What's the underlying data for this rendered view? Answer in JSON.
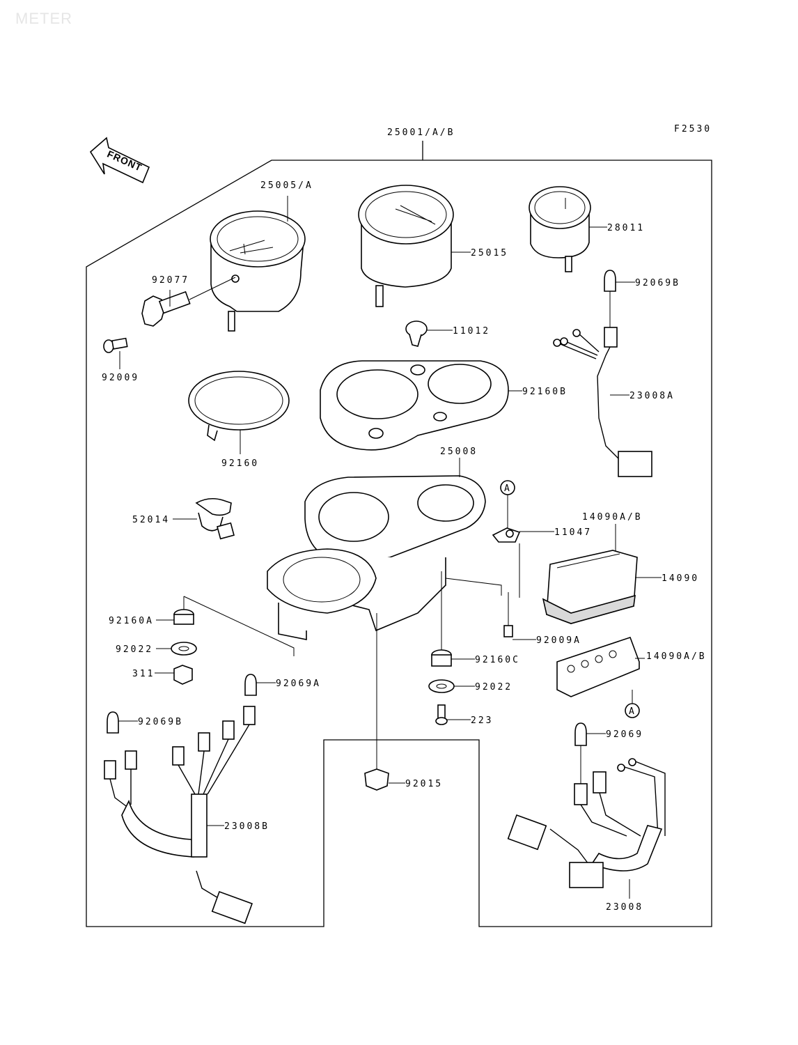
{
  "page_title": "METER",
  "figure_code": "F2530",
  "front_label": "FRONT",
  "callouts": {
    "assy": "25001/A/B",
    "speedo": "25005/A",
    "tacho": "25015",
    "gauge": "28011",
    "cable_gear": "92077",
    "screw_92009": "92009",
    "grommet_11012": "11012",
    "cover_92160B": "92160B",
    "bulb_92069B_top": "92069B",
    "harness_23008A": "23008A",
    "ring_92160": "92160",
    "bracket_25008": "25008",
    "ref_A_top": "A",
    "housing_14090AB_top": "14090A/B",
    "sensor_52014": "52014",
    "clip_11047": "11047",
    "housing_14090": "14090",
    "damper_92160A": "92160A",
    "washer_92022_left": "92022",
    "nut_311": "311",
    "bulb_92069A": "92069A",
    "screw_92009A": "92009A",
    "housing_14090AB_low": "14090A/B",
    "damper_92160C": "92160C",
    "washer_92022_mid": "92022",
    "bulb_92069B_left": "92069B",
    "screw_223": "223",
    "ref_A_low": "A",
    "bulb_92069": "92069",
    "nut_92015": "92015",
    "harness_23008B": "23008B",
    "harness_23008": "23008"
  },
  "colors": {
    "line": "#000000",
    "paper": "#ffffff",
    "title": "#e6e6e6",
    "fill": "#d9d9d9"
  }
}
